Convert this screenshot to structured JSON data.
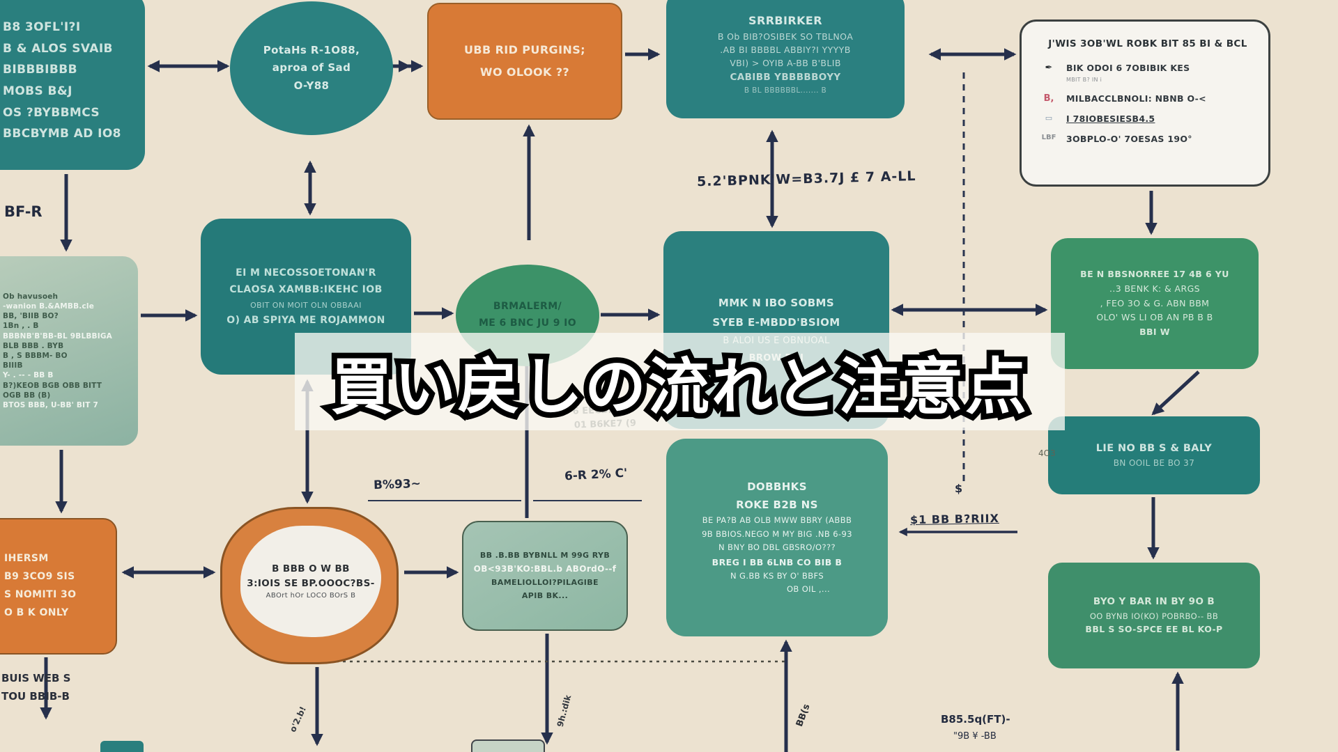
{
  "title": {
    "text": "買い戻しの流れと注意点"
  },
  "colors": {
    "background": "#ece2d0",
    "teal": "#2a7f7e",
    "teal_center": "#2b807e",
    "green": "#3d9368",
    "green_oval": "#3c9268",
    "green_bottom": "#4c9a86",
    "sage": "#a5c4b4",
    "orange": "#d87a36",
    "arrow": "#26304c",
    "panel_bg": "#f6f4ef",
    "panel_border": "#3b4040",
    "band": "#faf8f3",
    "title_fill": "#ffffff",
    "title_outline": "#000000"
  },
  "boxes": {
    "top_left": {
      "lines": [
        "B8 3OFL'I?I",
        "B & ALOS SVAIB",
        "BIBBBIBBB",
        "MOBS B&J",
        "OS ?BYBBMCS",
        "BBCBYMB AD IO8"
      ]
    },
    "diamond": {
      "lines": [
        "PotaHs R-1O88,",
        "aproa of Sad",
        "O-Y88"
      ]
    },
    "orange_top": {
      "lines": [
        "UBB RID PURGINS;",
        "WO OLOOK ??"
      ]
    },
    "top_center": {
      "lines": [
        "SRRBIRKER",
        "B Ob BIB?OSIBEK SO TBLNOA",
        ".AB BI BBBBL ABBIY?I YYYYB",
        "VBI) > OYIB A-BB B'BLIB",
        "CABIBB YBBBBBOYY",
        "B BL BBBBBBL....... B"
      ]
    },
    "info_panel": {
      "title": "J'WIS 3OB'WL ROBK BIT 85 BI & BCL",
      "items": [
        {
          "icon": "✒",
          "text": "BIK ODOI 6 7OBIBIK KES",
          "sub": "MBIT B? IN i"
        },
        {
          "icon": "B,",
          "text": "MILBACCLBNOLI: NBNB O-<",
          "sub": ""
        },
        {
          "icon": "▭",
          "text": "I 78IOBESIESB4.5",
          "sub": ""
        },
        {
          "icon": "LBF",
          "text": "3OBPLO-O' 7OESAS 19O°",
          "sub": ""
        }
      ]
    },
    "pale_left": {
      "lines": [
        "Ob havusoeh",
        "-wanion B.&AMBB.cle",
        "BB, 'BIIB BO?",
        "1Bn , . B",
        "BBBNB'B'BB-BL 9BLBBIGA",
        "BLB BBB . BYB",
        "B , S BBBM- BO",
        "BIIIB",
        "Y- . -- - BB B",
        "B?)KEOB BGB OBB BITT",
        "OGB BB (B)",
        "BTOS BBB, U-BB' BIT 7"
      ]
    },
    "mid_left": {
      "lines": [
        "EI M NECOSSOETONAN'R",
        "CLAOSA XAMBB:IKEHC IOB",
        "OBIT ON MOIT OLN OBBAAI",
        "O) AB SPIYA ME ROJAMMON"
      ]
    },
    "oval": {
      "lines": [
        "BRMALERM/",
        "ME 6 BNC JU 9 IO"
      ]
    },
    "mid_center": {
      "lines": [
        "MMK N IBO SOBMS",
        "SYEB E-MBDD'BSIOM",
        "B ALOI US E OBNUOAL",
        "BROW BOJ"
      ]
    },
    "right_green": {
      "lines": [
        "BE N BBSNORREE 17 4B 6 YU",
        "..3 BENK K: & ARGS",
        ", FEO 3O & G. ABN BBM",
        "OLO' WS LI OB AN PB B B",
        "BBI W"
      ]
    },
    "right_teal2": {
      "lines": [
        "LIE NO BB S & BALY",
        "BN OOIL BE BO 37"
      ]
    },
    "right_green2": {
      "lines": [
        "BYO Y BAR IN BY 9O B",
        "OO BYNB IO(KO) POBRBO-- BB",
        "BBL S SO-SPCE EE BL KO-P"
      ]
    },
    "orange_bottom_left": {
      "lines": [
        "IHERSM",
        "B9 3CO9 SIS",
        "S NOMITI 3O",
        "O B K ONLY"
      ]
    },
    "blob": {
      "lines": [
        "B BBB O W BB",
        "3:IOIS SE BP.OOOC?BS-",
        "ABOrt hOr LOCO BOrS B"
      ]
    },
    "green_gradient": {
      "lines": [
        "BB .B.BB BYBNLL M 99G RYB",
        "OB<93B'KO:BBL.b ABOrdO--f",
        "BAMELIOLLOI?PILAGIBE",
        "APIB BK..."
      ]
    },
    "bottom_center": {
      "lines": [
        "DOBBHKS",
        "ROKE B2B NS",
        "BE PA?B AB OLB MWW BBRY (ABBB",
        "9B BBIOS.NEGO M MY BIG .NB 6-93",
        "N BNY BO DBL GBSRO/O???",
        "BREG I BB 6LNB CO BIB B",
        "N G.BB KS BY O' BBFS",
        "OB OIL ,..."
      ]
    }
  },
  "labels": {
    "bfr": "BF-R",
    "handwriting": "5.2'BPNK'W=B3.7J £ 7 A-LL",
    "b293": "B%93~",
    "pct": "6-R 2% C'",
    "a03": "4O3",
    "dollar_small": "$",
    "buyback_price": "$1 BB B?RIIX",
    "under_band_1": "6 EECB:E837",
    "under_band_2": "01 B6KE7 (9",
    "bottom_left_note_1": "BUIS WEB S",
    "bottom_left_note_2": "TOU BBIB-B",
    "arrow_label_1": "o'2.b!",
    "arrow_label_2": "9h.:dik",
    "arrow_label_3": "BB(s",
    "bottom_right_1": "B85.5q(FT)-",
    "bottom_right_2": "\"9B ¥ -BB"
  }
}
